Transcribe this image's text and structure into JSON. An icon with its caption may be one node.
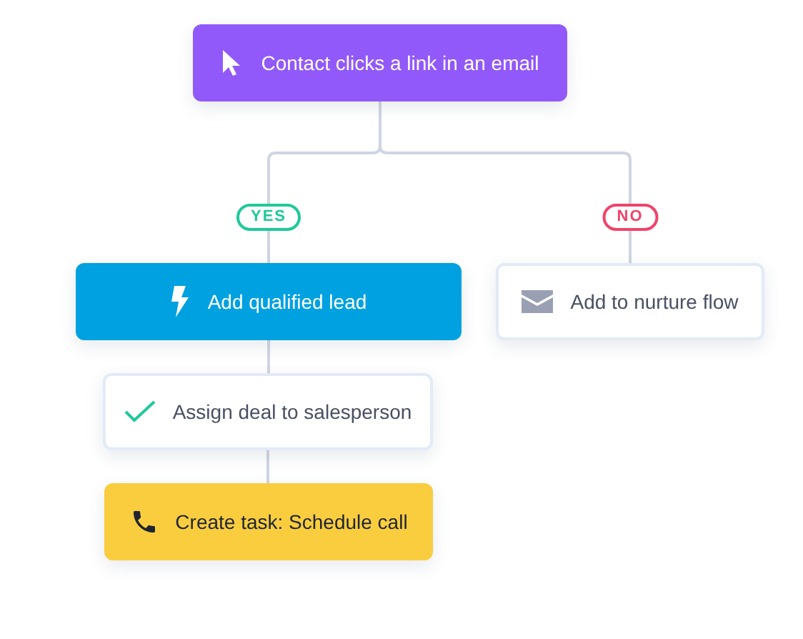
{
  "diagram": {
    "nodes": [
      {
        "text": [
          "Contact clicks a link in an email"
        ]
      },
      {
        "text": [
          "Add qualified lead"
        ]
      },
      {
        "text": [
          "Add to nurture flow"
        ]
      },
      {
        "text": [
          "Assign deal to salesperson"
        ]
      },
      {
        "text": [
          "Create task: Schedule call"
        ]
      }
    ],
    "edges": [
      {
        "from": 0,
        "to": 1,
        "arrow": "none",
        "label": "YES"
      },
      {
        "from": 0,
        "to": 2,
        "arrow": "none",
        "label": "NO"
      },
      {
        "from": 1,
        "to": 3,
        "arrow": "none"
      },
      {
        "from": 3,
        "to": 4,
        "arrow": "none"
      }
    ]
  }
}
